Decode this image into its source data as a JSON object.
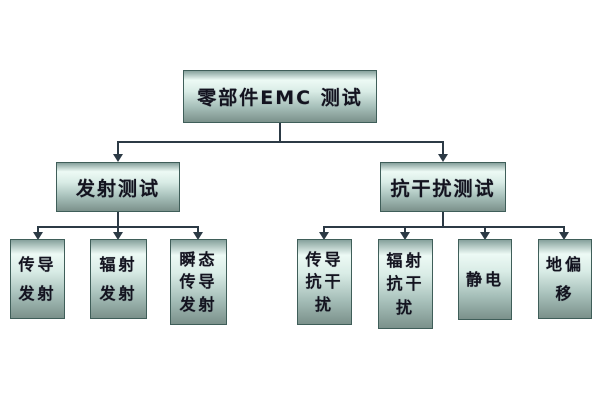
{
  "diagram": {
    "type": "flowchart",
    "title": "零部件EMC 测试",
    "colors": {
      "background": "#ffffff",
      "box_border": "#3f5e59",
      "box_gradient_top": "#86a19c",
      "box_gradient_highlight": "#edfaf5",
      "box_gradient_mid": "#d9ece6",
      "box_gradient_bottom": "#7b918b",
      "connector": "#2c3a45",
      "text": "#13131f"
    },
    "nodes": {
      "root": {
        "label": "零部件EMC 测试"
      },
      "emission": {
        "label": "发射测试"
      },
      "immunity": {
        "label": "抗干扰测试"
      },
      "conducted_emission": {
        "lines": [
          "传导",
          "发射"
        ]
      },
      "radiated_emission": {
        "lines": [
          "辐射",
          "发射"
        ]
      },
      "transient_conducted_emission": {
        "lines": [
          "瞬态",
          "传导",
          "发射"
        ]
      },
      "conducted_immunity": {
        "lines": [
          "传导",
          "抗干",
          "扰"
        ]
      },
      "radiated_immunity": {
        "lines": [
          "辐射",
          "抗干",
          "扰"
        ]
      },
      "esd": {
        "lines": [
          "静电"
        ]
      },
      "ground_offset": {
        "lines": [
          "地偏",
          "移"
        ]
      }
    },
    "edges": [
      {
        "from": "root",
        "to": "emission"
      },
      {
        "from": "root",
        "to": "immunity"
      },
      {
        "from": "emission",
        "to": "conducted_emission"
      },
      {
        "from": "emission",
        "to": "radiated_emission"
      },
      {
        "from": "emission",
        "to": "transient_conducted_emission"
      },
      {
        "from": "immunity",
        "to": "conducted_immunity"
      },
      {
        "from": "immunity",
        "to": "radiated_immunity"
      },
      {
        "from": "immunity",
        "to": "esd"
      },
      {
        "from": "immunity",
        "to": "ground_offset"
      }
    ]
  }
}
